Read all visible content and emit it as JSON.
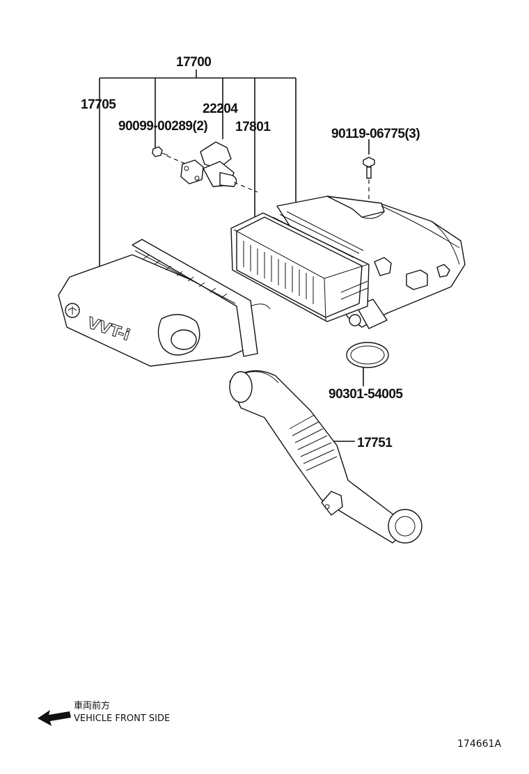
{
  "parts": {
    "p17700": "17700",
    "p17705": "17705",
    "p22204": "22204",
    "p90099": "90099-00289(2)",
    "p17801": "17801",
    "p90119": "90119-06775(3)",
    "p90301": "90301-54005",
    "p17751": "17751"
  },
  "housing_logo_text": "VVT-i",
  "legend": {
    "japanese": "車両前方",
    "english": "VEHICLE FRONT SIDE",
    "arrow_icon": "arrow-left-icon"
  },
  "drawing_code": "174661A"
}
